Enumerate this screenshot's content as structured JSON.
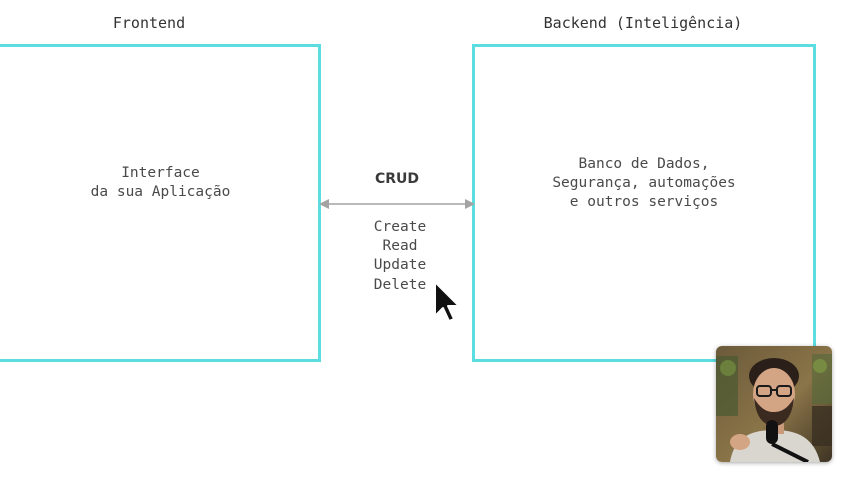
{
  "frontend": {
    "title": "Frontend",
    "box_text": "Interface\nda sua Aplicação"
  },
  "backend": {
    "title": "Backend (Inteligência)",
    "box_text": "Banco de Dados,\nSegurança, automações\ne outros serviços"
  },
  "connector": {
    "title": "CRUD",
    "operations": [
      "Create",
      "Read",
      "Update",
      "Delete"
    ],
    "arrow_color": "#a3a3a3"
  },
  "colors": {
    "box_border": "#5cdde0",
    "text": "#4a4a4a"
  },
  "overlay": {
    "cursor_icon": "mouse-pointer-icon",
    "webcam": "presenter-webcam-feed"
  }
}
